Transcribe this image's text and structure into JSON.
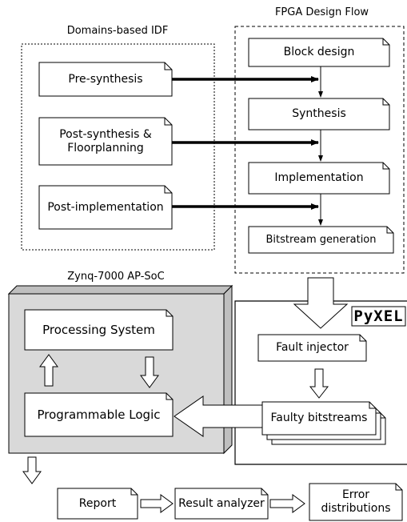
{
  "groups": {
    "idf_title": "Domains-based IDF",
    "fpga_title": "FPGA Design Flow",
    "soc_title": "Zynq-7000 AP-SoC",
    "pyxel_logo": "PyXEL"
  },
  "idf_boxes": {
    "pre_synthesis": "Pre-synthesis",
    "post_synthesis_line1": "Post-synthesis &",
    "post_synthesis_line2": "Floorplanning",
    "post_implementation": "Post-implementation"
  },
  "fpga_steps": {
    "block_design": "Block design",
    "synthesis": "Synthesis",
    "implementation": "Implementation",
    "bitstream_generation": "Bitstream generation"
  },
  "soc": {
    "processing_system": "Processing System",
    "programmable_logic": "Programmable Logic"
  },
  "pyxel": {
    "fault_injector": "Fault injector",
    "faulty_bitstreams": "Faulty bitstreams"
  },
  "outputs": {
    "report": "Report",
    "result_analyzer": "Result analyzer",
    "error_line1": "Error",
    "error_line2": "distributions"
  },
  "colors": {
    "soc_fill": "#d9d9d9",
    "soc_side": "#bfbfbf",
    "line": "#000000"
  }
}
